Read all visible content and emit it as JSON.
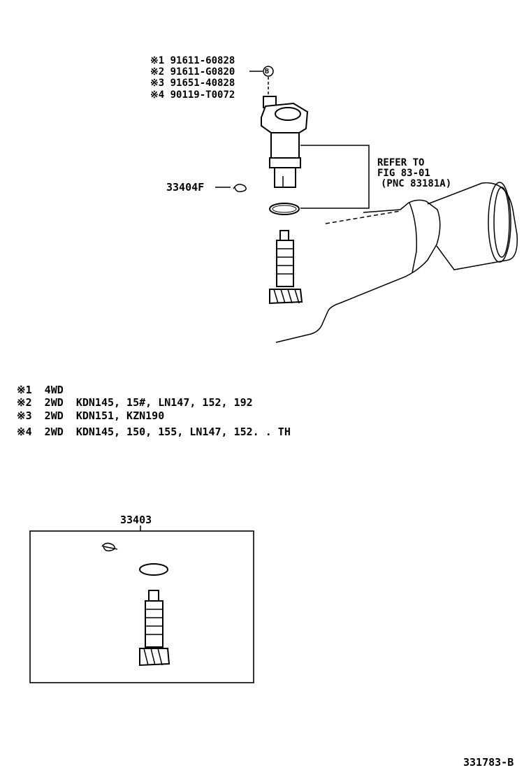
{
  "callouts": [
    "※1 91611-60828",
    "※2 91611-G0820",
    "※3 91651-40828",
    "※4 90119-T0072"
  ],
  "bolt_symbol": "B",
  "refer": [
    "REFER TO",
    "FIG 83-01",
    "(PNC 83181A)"
  ],
  "clip_part": "33404F",
  "notes": [
    "※1  4WD",
    "※2  2WD  KDN145, 15#, LN147, 152, 192",
    "※3  2WD  KDN151, KZN190",
    "※4  2WD  KDN145, 150, 155, LN147, 152. . TH"
  ],
  "kit_part": "33403",
  "figure_id": "331783-B"
}
